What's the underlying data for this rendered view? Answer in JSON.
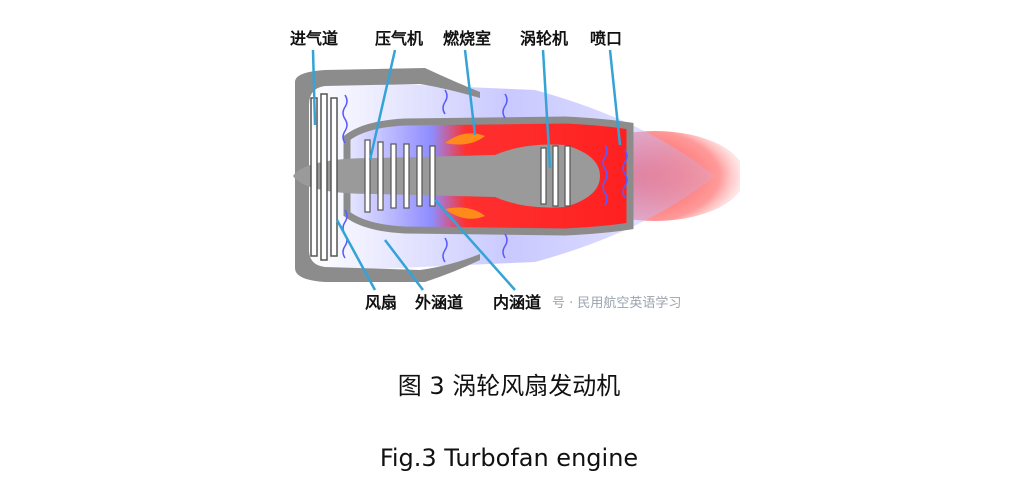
{
  "diagram": {
    "top_labels": [
      "进气道",
      "压气机",
      "燃烧室",
      "涡轮机",
      "喷口"
    ],
    "bottom_labels": [
      "风扇",
      "外涵道",
      "内涵道"
    ],
    "watermark": "号 · 民用航空英语学习"
  },
  "caption": {
    "chinese": "图 3 涡轮风扇发动机",
    "english": "Fig.3 Turbofan engine"
  }
}
